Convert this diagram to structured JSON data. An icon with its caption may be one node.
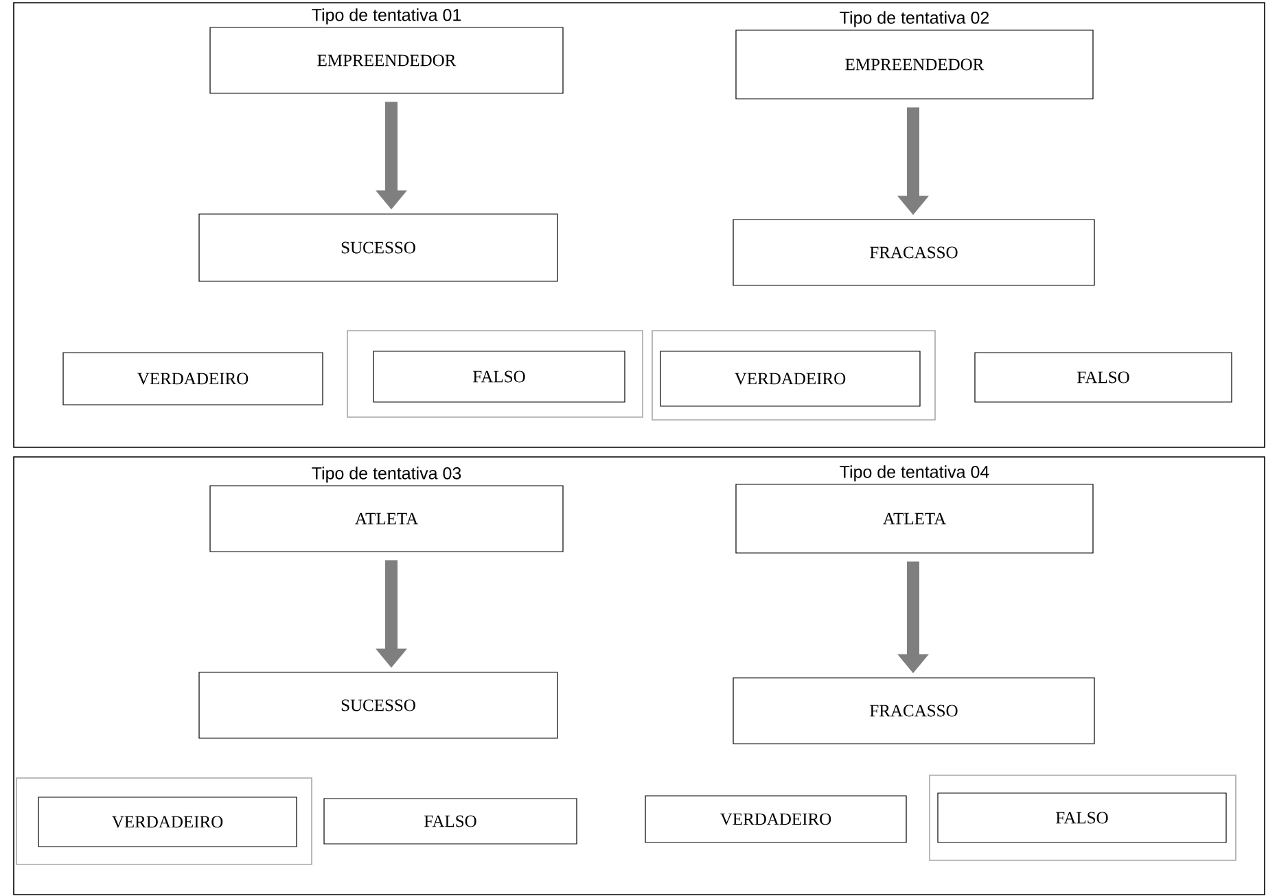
{
  "diagram": {
    "nodes": [
      {
        "text": [],
        "shape": "box"
      },
      {
        "text": [
          "Tipo de tentativa 01",
          "EMPREENDEDOR"
        ],
        "in": 0
      },
      {
        "text": [
          "Tipo de tentativa 02",
          "EMPREENDEDOR"
        ],
        "in": 0
      },
      {
        "text": [
          "SUCESSO"
        ],
        "in": 0
      },
      {
        "text": [
          "FRACASSO"
        ],
        "in": 0
      },
      {
        "text": [
          "VERDADEIRO"
        ],
        "in": 0
      },
      {
        "text": [],
        "shape": "box",
        "in": 0
      },
      {
        "text": [
          "FALSO"
        ],
        "in": 6
      },
      {
        "text": [],
        "shape": "box",
        "in": 0
      },
      {
        "text": [
          "VERDADEIRO"
        ],
        "in": 8
      },
      {
        "text": [
          "FALSO"
        ],
        "in": 0
      },
      {
        "text": [],
        "shape": "box"
      },
      {
        "text": [
          "Tipo de tentativa 03",
          "ATLETA"
        ],
        "in": 11
      },
      {
        "text": [
          "Tipo de tentativa 04",
          "ATLETA"
        ],
        "in": 11
      },
      {
        "text": [
          "SUCESSO"
        ],
        "in": 11
      },
      {
        "text": [
          "FRACASSO"
        ],
        "in": 11
      },
      {
        "text": [],
        "shape": "box",
        "in": 11
      },
      {
        "text": [
          "VERDADEIRO"
        ],
        "in": 16
      },
      {
        "text": [
          "FALSO"
        ],
        "in": 11
      },
      {
        "text": [
          "VERDADEIRO"
        ],
        "in": 11
      },
      {
        "text": [],
        "shape": "box",
        "in": 11
      },
      {
        "text": [
          "FALSO"
        ],
        "in": 20
      }
    ],
    "edges": [
      {
        "from": 1,
        "to": 3,
        "arrow": "to"
      },
      {
        "from": 2,
        "to": 4,
        "arrow": "to"
      },
      {
        "from": 12,
        "to": 14,
        "arrow": "to"
      },
      {
        "from": 13,
        "to": 15,
        "arrow": "to"
      }
    ]
  }
}
